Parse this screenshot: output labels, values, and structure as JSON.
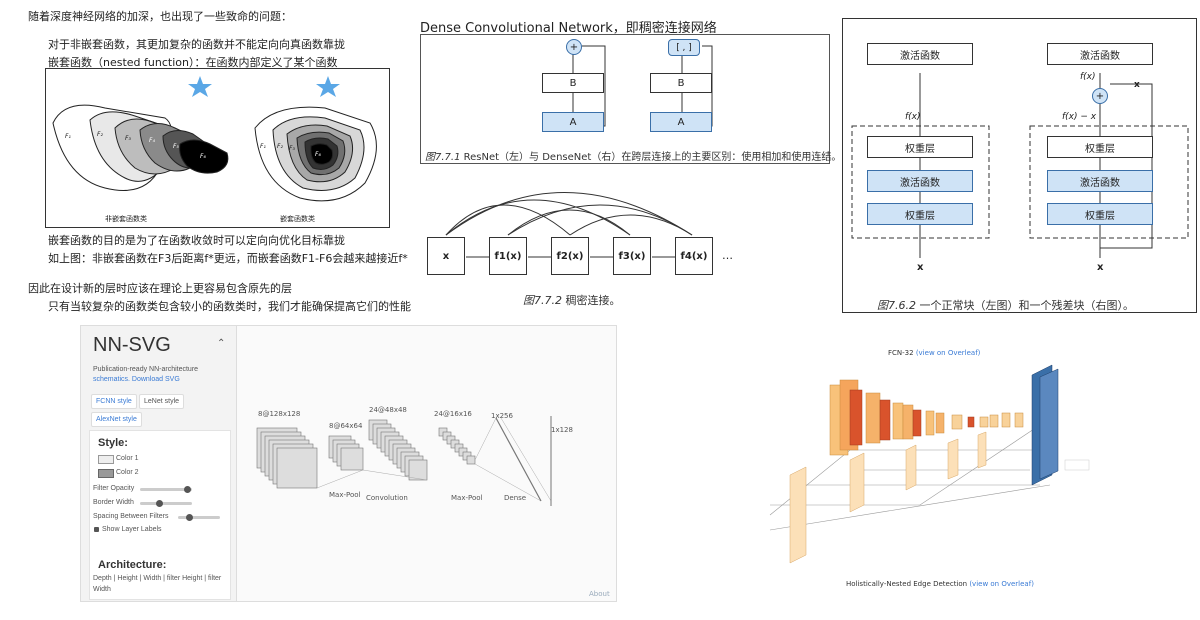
{
  "notes": {
    "line1": "随着深度神经网络的加深，也出现了一些致命的问题：",
    "line2": "对于非嵌套函数，其更加复杂的函数并不能定向向真函数靠拢",
    "line3": "嵌套函数（nested function）：在函数内部定义了某个函数",
    "label_non_nested": "非嵌套函数类",
    "label_nested": "嵌套函数类",
    "line4": "嵌套函数的目的是为了在函数收敛时可以定向向优化目标靠拢",
    "line5": "如上图：非嵌套函数在F3后距离f*更远，而嵌套函数F1-F6会越来越接近f*",
    "line6": "因此在设计新的层时应该在理论上更容易包含原先的层",
    "line7": "只有当较复杂的函数类包含较小的函数类时，我们才能确保提高它们的性能"
  },
  "densenet": {
    "title": "Dense Convolutional Network，即稠密连接网络",
    "plus_symbol": "+",
    "concat_symbol": "[ , ]",
    "box_b": "B",
    "box_a": "A",
    "caption1_fig": "图7.7.1",
    "caption1_text": " ResNet（左）与 DenseNet（右）在跨层连接上的主要区别：使用相加和使用连结。",
    "nodes": [
      "x",
      "f1(x)",
      "f2(x)",
      "f3(x)",
      "f4(x)"
    ],
    "ellipsis": "…",
    "caption2_fig": "图7.7.2",
    "caption2_text": " 稠密连接。"
  },
  "resblock": {
    "left_activation_top": "激活函数",
    "left_fx": "f(x)",
    "left_weight1": "权重层",
    "left_activation_mid": "激活函数",
    "left_weight2": "权重层",
    "left_x": "x",
    "right_activation_top": "激活函数",
    "right_fx": "f(x)",
    "right_fx_minus_x": "f(x) − x",
    "right_weight1": "权重层",
    "right_activation_mid": "激活函数",
    "right_weight2": "权重层",
    "right_x": "x",
    "right_skip_x": "x",
    "caption_fig": "图7.6.2",
    "caption_text": " 一个正常块（左图）和一个残差块（右图）。"
  },
  "nnsvg": {
    "title": "NN-SVG",
    "desc1": "Publication-ready NN-architecture",
    "desc2": "schematics. Download SVG",
    "tabs": [
      "FCNN style",
      "LeNet style",
      "AlexNet style"
    ],
    "style_header": "Style:",
    "color1": "Color 1",
    "color2": "Color 2",
    "filter_opacity": "Filter Opacity",
    "border_width": "Border Width",
    "spacing": "Spacing Between Filters",
    "show_labels": "Show Layer Labels",
    "arch_header": "Architecture:",
    "arch_desc1": "Depth | Height | Width | filter Height | filter",
    "arch_desc2": "Width",
    "layer_dims": [
      "8@128x128",
      "8@64x64",
      "24@48x48",
      "24@16x16",
      "1x256",
      "1x128"
    ],
    "layer_names": [
      "Max-Pool",
      "Convolution",
      "Max-Pool",
      "Dense"
    ],
    "footer": "About"
  },
  "fcn": {
    "title": "FCN-32 ",
    "title_link": "(view on Overleaf)",
    "caption": "Holistically-Nested Edge Detection ",
    "caption_link": "(view on Overleaf)"
  }
}
